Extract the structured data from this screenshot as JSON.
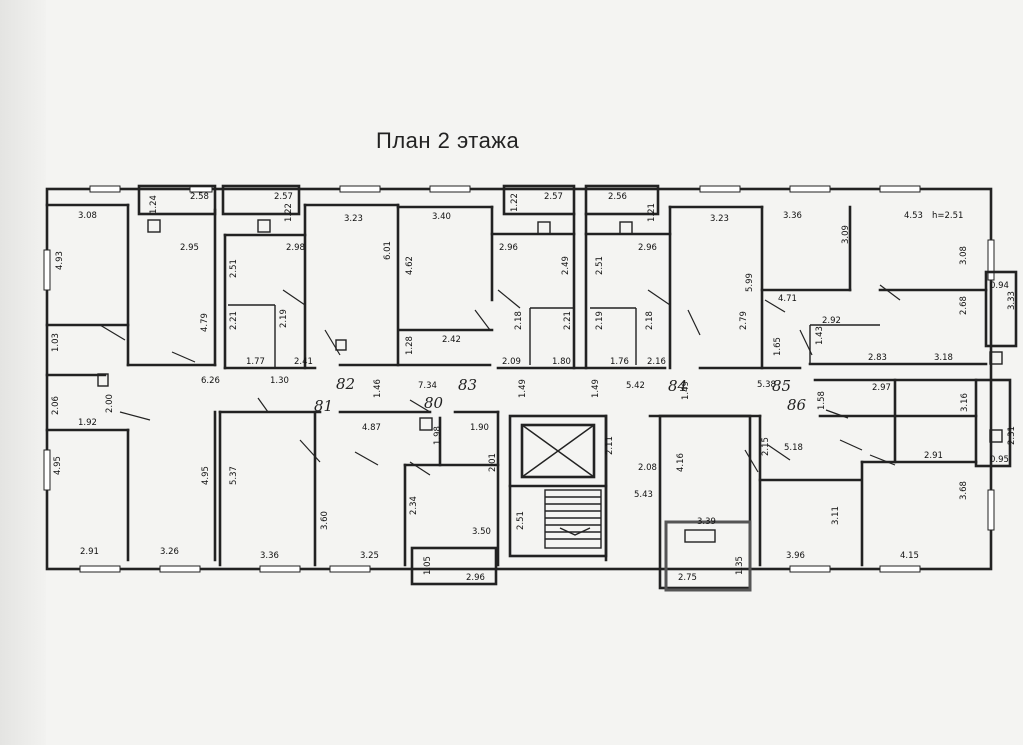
{
  "title": "План 2 этажа",
  "apartments": [
    "80",
    "81",
    "82",
    "83",
    "84",
    "85",
    "86"
  ],
  "ceiling_note": "h=2.51",
  "dimensions": [
    "3.08",
    "4.93",
    "1.24",
    "2.58",
    "2.95",
    "4.79",
    "1.22",
    "2.57",
    "2.98",
    "2.51",
    "2.21",
    "2.19",
    "1.77",
    "2.41",
    "1.30",
    "6.26",
    "3.23",
    "6.01",
    "3.40",
    "4.62",
    "1.28",
    "2.42",
    "1.46",
    "7.34",
    "1.22",
    "2.57",
    "2.96",
    "2.49",
    "2.18",
    "2.21",
    "2.09",
    "1.80",
    "2.56",
    "1.21",
    "2.96",
    "2.51",
    "2.19",
    "2.18",
    "1.76",
    "2.16",
    "5.42",
    "1.49",
    "3.23",
    "5.99",
    "2.79",
    "1.49",
    "5.38",
    "3.36",
    "3.09",
    "4.71",
    "1.65",
    "1.43",
    "2.92",
    "2.83",
    "4.53",
    "3.08",
    "2.68",
    "3.18",
    "0.94",
    "3.33",
    "1.03",
    "2.06",
    "2.00",
    "1.92",
    "4.95",
    "4.95",
    "2.91",
    "3.26",
    "5.37",
    "4.87",
    "3.36",
    "3.60",
    "3.25",
    "1.98",
    "1.90",
    "2.01",
    "2.34",
    "3.50",
    "1.05",
    "2.96",
    "2.11",
    "2.08",
    "5.43",
    "2.51",
    "1.49",
    "4.16",
    "3.39",
    "1.35",
    "2.75",
    "2.97",
    "1.58",
    "2.15",
    "5.18",
    "3.16",
    "2.91",
    "3.11",
    "3.96",
    "3.68",
    "4.15",
    "2.31",
    "0.95"
  ]
}
